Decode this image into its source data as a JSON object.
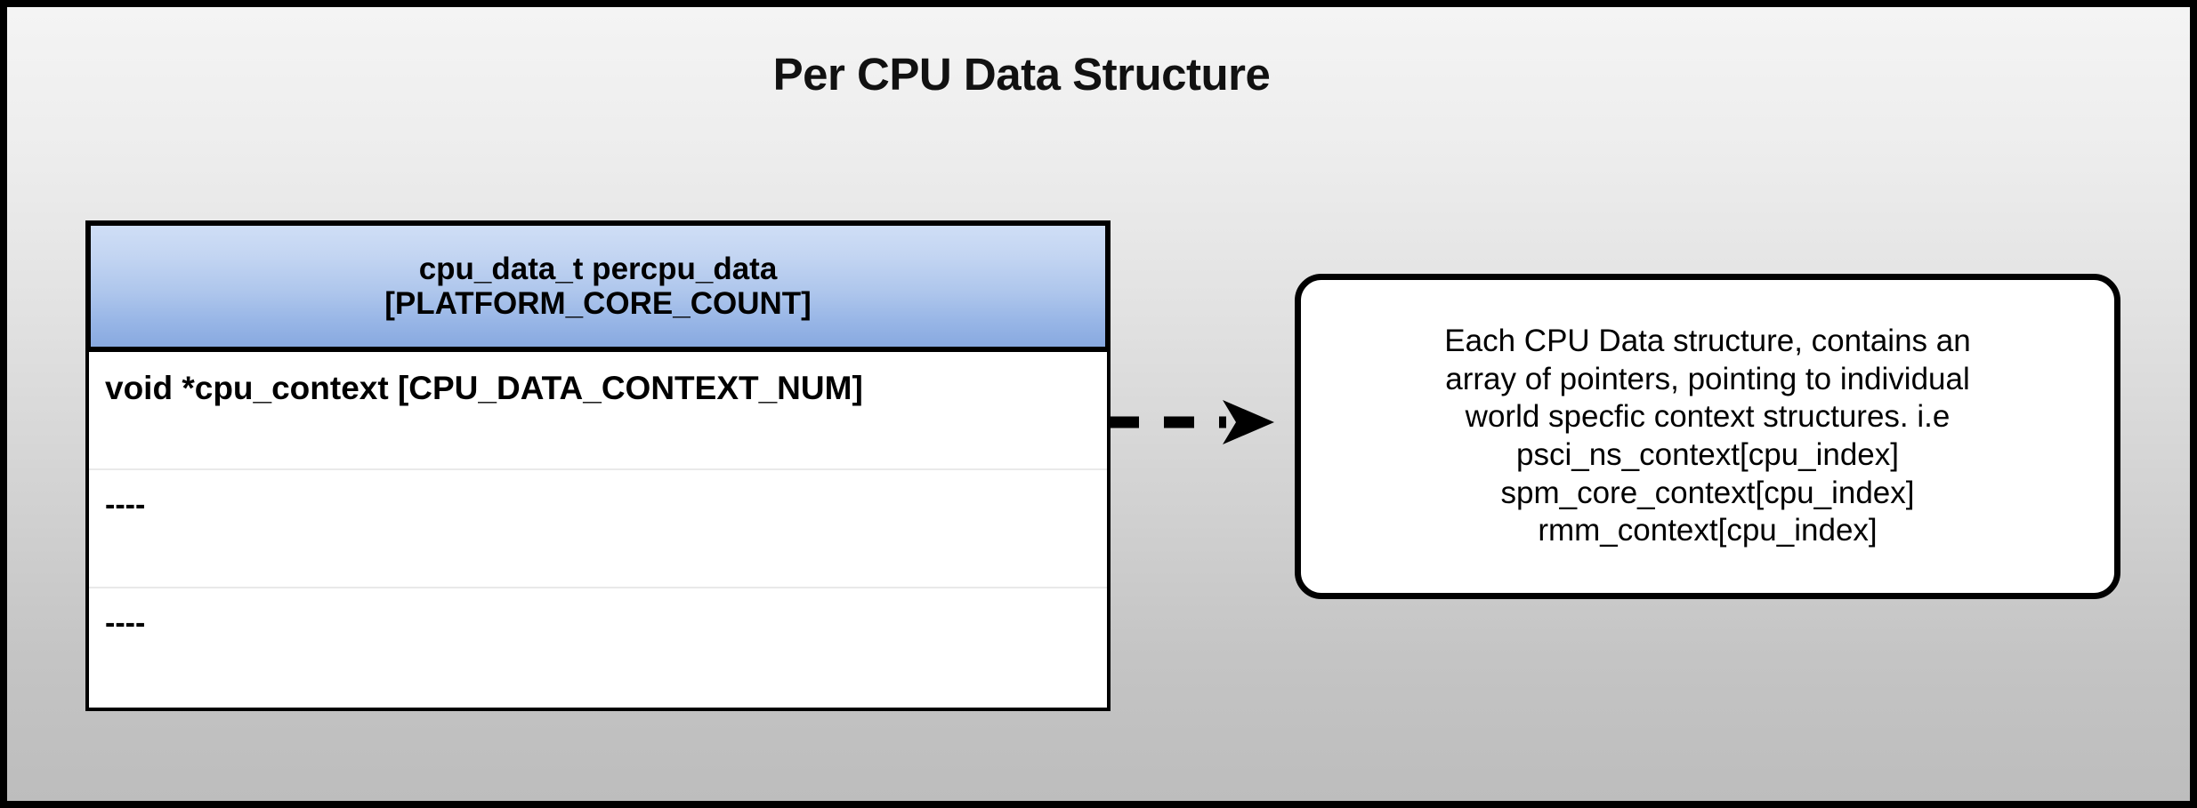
{
  "title": "Per CPU Data Structure",
  "struct_table": {
    "header_lines": [
      "cpu_data_t percpu_data",
      "[PLATFORM_CORE_COUNT]"
    ],
    "rows": [
      {
        "text": "void *cpu_context [CPU_DATA_CONTEXT_NUM]"
      },
      {
        "text": "----"
      },
      {
        "text": "----"
      }
    ]
  },
  "connector": {
    "style": "dashed-arrow-right",
    "icon": "arrow-right-icon"
  },
  "note_box": {
    "lines": [
      "Each CPU Data structure, contains an",
      "array of pointers, pointing to individual",
      "world specfic context structures. i.e",
      "psci_ns_context[cpu_index]",
      "spm_core_context[cpu_index]",
      "rmm_context[cpu_index]"
    ]
  },
  "colors": {
    "header_gradient_top": "#cfdef6",
    "header_gradient_bottom": "#88a9e0",
    "background_top": "#f4f4f4",
    "background_bottom": "#bdbdbd",
    "border": "#000000",
    "text": "#000000"
  }
}
